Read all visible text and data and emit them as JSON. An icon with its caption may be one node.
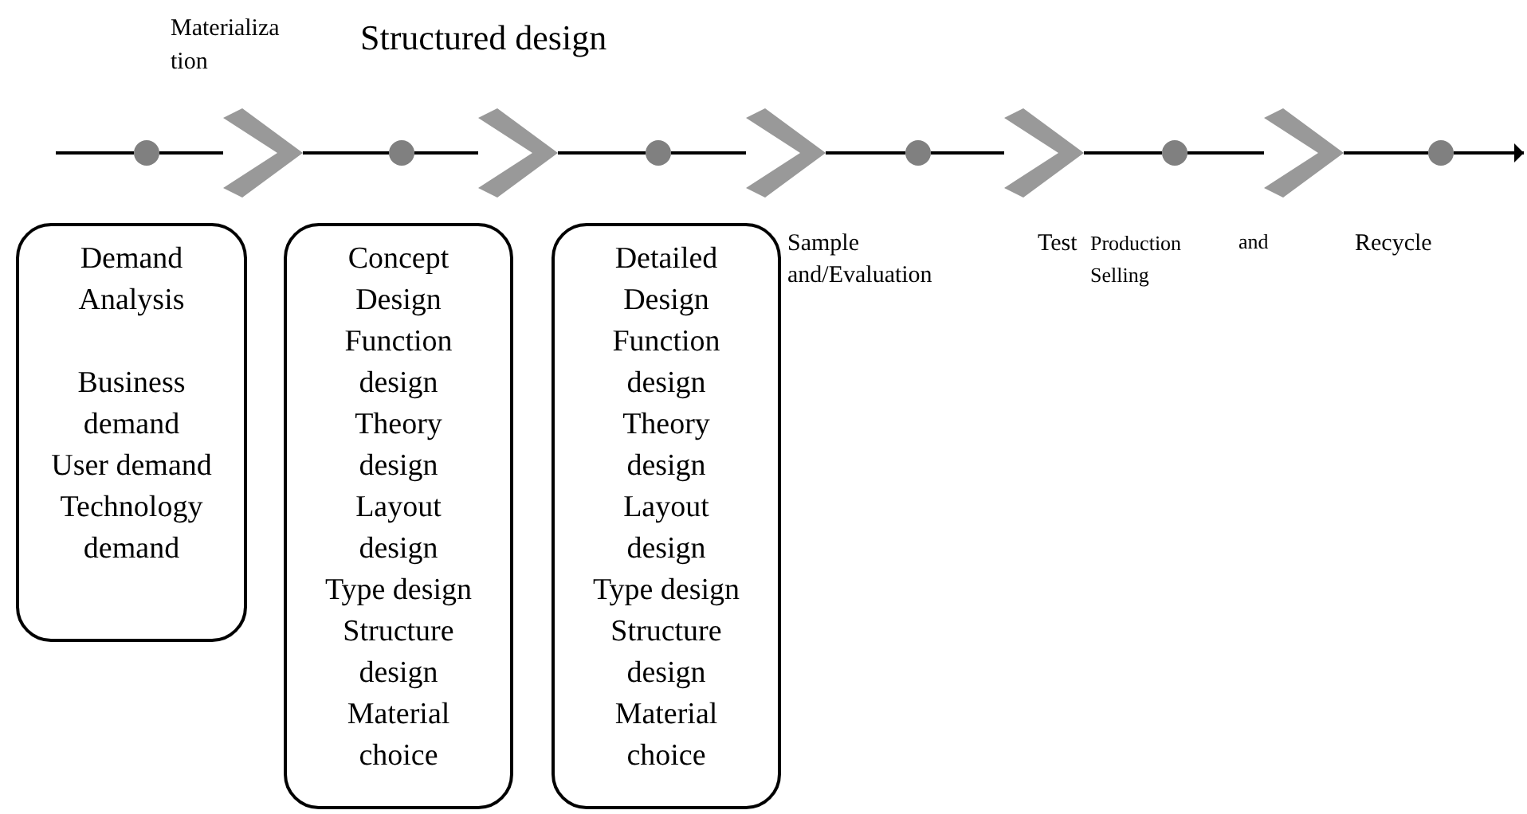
{
  "diagram": {
    "nodes": [
      {
        "text": [
          "Demand Analysis",
          "Business demand",
          "User demand",
          "Technology demand"
        ]
      },
      {
        "text": [
          "Concept Design",
          "Function design",
          "Theory design",
          "Layout design",
          "Type design",
          "Structure design",
          "Material choice"
        ]
      },
      {
        "text": [
          "Detailed Design",
          "Function design",
          "Theory design",
          "Layout design",
          "Type design",
          "Structure design",
          "Material choice"
        ]
      },
      {
        "text": [],
        "shape": "circle"
      },
      {
        "text": [],
        "shape": "chevron"
      },
      {
        "text": [],
        "shape": "circle"
      },
      {
        "text": [],
        "shape": "chevron"
      },
      {
        "text": [],
        "shape": "circle"
      },
      {
        "text": [],
        "shape": "chevron"
      },
      {
        "text": [],
        "shape": "circle"
      },
      {
        "text": [],
        "shape": "chevron"
      },
      {
        "text": [],
        "shape": "circle"
      },
      {
        "text": [],
        "shape": "chevron"
      },
      {
        "text": [],
        "shape": "circle"
      }
    ],
    "edges": [
      {
        "from": null,
        "to": 3,
        "arrow": "none"
      },
      {
        "from": 3,
        "to": 4,
        "arrow": "none"
      },
      {
        "from": 4,
        "to": 5,
        "arrow": "none"
      },
      {
        "from": 5,
        "to": 6,
        "arrow": "none"
      },
      {
        "from": 6,
        "to": 7,
        "arrow": "none"
      },
      {
        "from": 7,
        "to": 8,
        "arrow": "none"
      },
      {
        "from": 8,
        "to": 9,
        "arrow": "none"
      },
      {
        "from": 9,
        "to": 10,
        "arrow": "none"
      },
      {
        "from": 10,
        "to": 11,
        "arrow": "none"
      },
      {
        "from": 11,
        "to": 12,
        "arrow": "none"
      },
      {
        "from": 12,
        "to": 13,
        "arrow": "none"
      },
      {
        "from": 13,
        "to": null,
        "arrow": "to"
      }
    ],
    "labels": [
      "Materializa tion",
      "Structured design",
      "Sample and/Evaluation",
      "Test",
      "Production Selling",
      "and",
      "Recycle"
    ]
  }
}
